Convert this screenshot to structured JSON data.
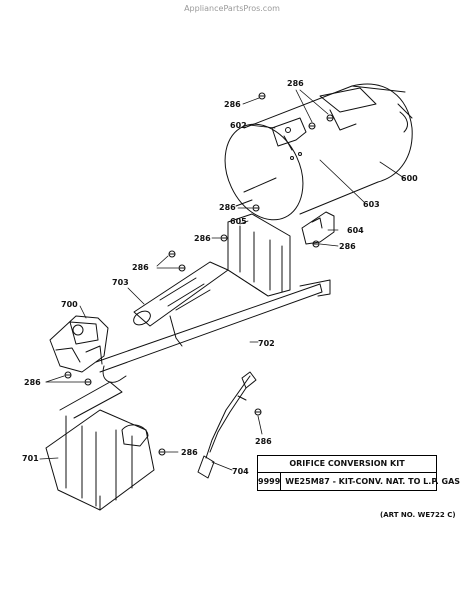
{
  "watermark": "AppliancePartsPros.com",
  "labels": {
    "l286_a": "286",
    "l286_b": "286",
    "l602": "602",
    "l600": "600",
    "l603": "603",
    "l286_c": "286",
    "l605": "605",
    "l286_d": "286",
    "l604": "604",
    "l286_e": "286",
    "l286_f": "286",
    "l703": "703",
    "l700": "700",
    "l702": "702",
    "l286_g": "286",
    "l701": "701",
    "l286_h": "286",
    "l704": "704",
    "l286_i": "286"
  },
  "kit": {
    "title": "ORIFICE CONVERSION KIT",
    "number": "9999",
    "description": "WE25M87 - KIT-CONV. NAT. TO L.P. GAS"
  },
  "art_number": "(ART NO. WE722 C)"
}
